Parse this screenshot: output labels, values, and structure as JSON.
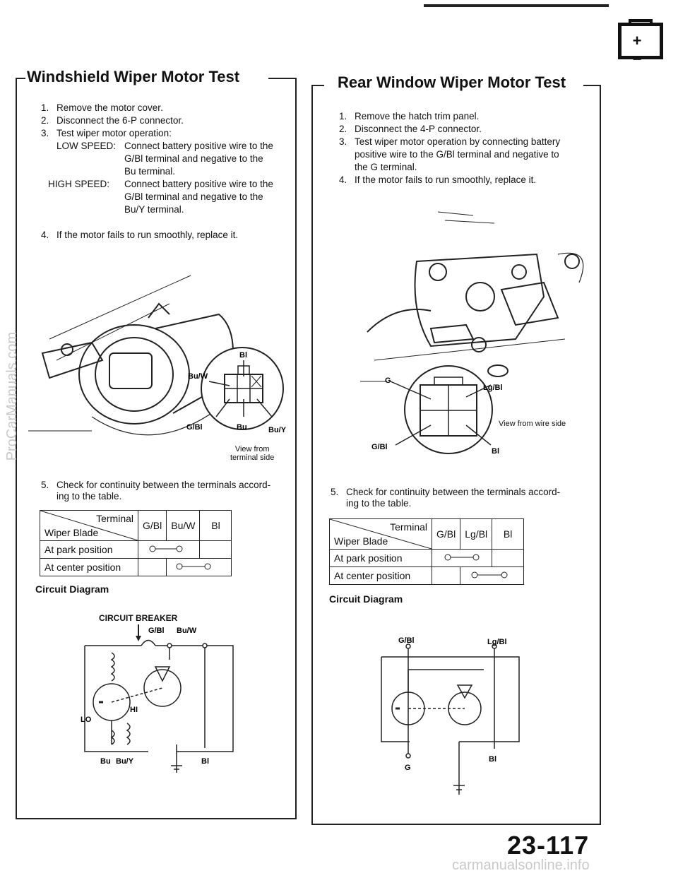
{
  "page_number": "23-117",
  "battery_icon_symbol": "+ −",
  "watermark_side": "ProCarManuals.com",
  "watermark_bottom": "carmanualsonline.info",
  "front": {
    "title": "Windshield Wiper Motor Test",
    "steps": [
      {
        "n": "1.",
        "text": "Remove the motor cover."
      },
      {
        "n": "2.",
        "text": "Disconnect the 6-P connector."
      },
      {
        "n": "3.",
        "text": "Test wiper motor operation:"
      }
    ],
    "low_label": "LOW SPEED:",
    "low_lines": [
      "Connect battery positive wire to the",
      "G/Bl terminal and negative to the",
      "Bu terminal."
    ],
    "high_label": "HIGH SPEED:",
    "high_lines": [
      "Connect battery positive wire to the",
      "G/Bl terminal and negative to the",
      "Bu/Y terminal."
    ],
    "step4_n": "4.",
    "step4": "If the motor fails to run smoothly, replace it.",
    "connector_labels": {
      "bl": "Bl",
      "buw": "Bu/W",
      "gbl": "G/Bl",
      "bu": "Bu",
      "buy": "Bu/Y"
    },
    "view_note_1": "View from",
    "view_note_2": "terminal side",
    "step5_n": "5.",
    "step5_lines": [
      "Check for continuity between the terminals accord-",
      "ing to the table."
    ],
    "table": {
      "header_terminal": "Terminal",
      "header_row": "Wiper Blade",
      "columns": [
        "G/Bl",
        "Bu/W",
        "Bl"
      ],
      "rows": [
        "At park position",
        "At center position"
      ]
    },
    "circuit_heading": "Circuit Diagram",
    "circuit_breaker": "CIRCUIT BREAKER",
    "wire_top_1": "G/Bl",
    "wire_top_2": "Bu/W",
    "hi": "HI",
    "lo": "LO",
    "wire_bottom_1": "Bu",
    "wire_bottom_2": "Bu/Y",
    "wire_bottom_3": "Bl"
  },
  "rear": {
    "title": "Rear Window Wiper Motor Test",
    "steps": [
      {
        "n": "1.",
        "text": "Remove the hatch trim panel."
      },
      {
        "n": "2.",
        "text": "Disconnect the 4-P connector."
      }
    ],
    "step3_n": "3.",
    "step3_lines": [
      "Test wiper motor operation by connecting battery",
      "positive wire to the G/Bl terminal and negative to",
      "the G terminal."
    ],
    "step4_n": "4.",
    "step4": "If the motor fails to run smoothly, replace it.",
    "connector_labels": {
      "g": "G",
      "lgbl": "Lg/Bl",
      "gbl": "G/Bl",
      "bl": "Bl"
    },
    "view_note": "View from wire side",
    "step5_n": "5.",
    "step5_lines": [
      "Check for continuity between the terminals accord-",
      "ing to the table."
    ],
    "table": {
      "header_terminal": "Terminal",
      "header_row": "Wiper Blade",
      "columns": [
        "G/Bl",
        "Lg/Bl",
        "Bl"
      ],
      "rows": [
        "At park position",
        "At center position"
      ]
    },
    "circuit_heading": "Circuit Diagram",
    "wire_top_1": "G/Bl",
    "wire_top_2": "Lg/Bl",
    "wire_bottom_1": "G",
    "wire_bottom_2": "Bl"
  }
}
